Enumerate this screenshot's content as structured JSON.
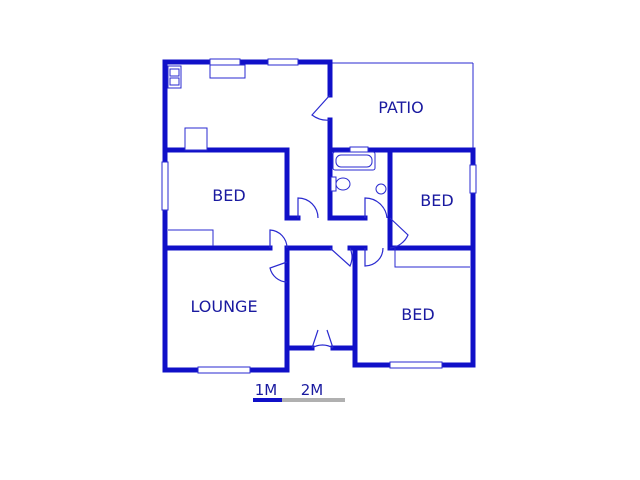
{
  "rooms": {
    "patio": "PATIO",
    "bed_1": "BED",
    "bed_2": "BED",
    "bed_3": "BED",
    "lounge": "LOUNGE"
  },
  "scale": {
    "label_1": "1M",
    "label_2": "2M"
  },
  "colors": {
    "wall": "#1010c8",
    "label": "#1a1aa0",
    "scale_bar_dark": "#1010c8",
    "scale_bar_light": "#b0b0b0"
  }
}
